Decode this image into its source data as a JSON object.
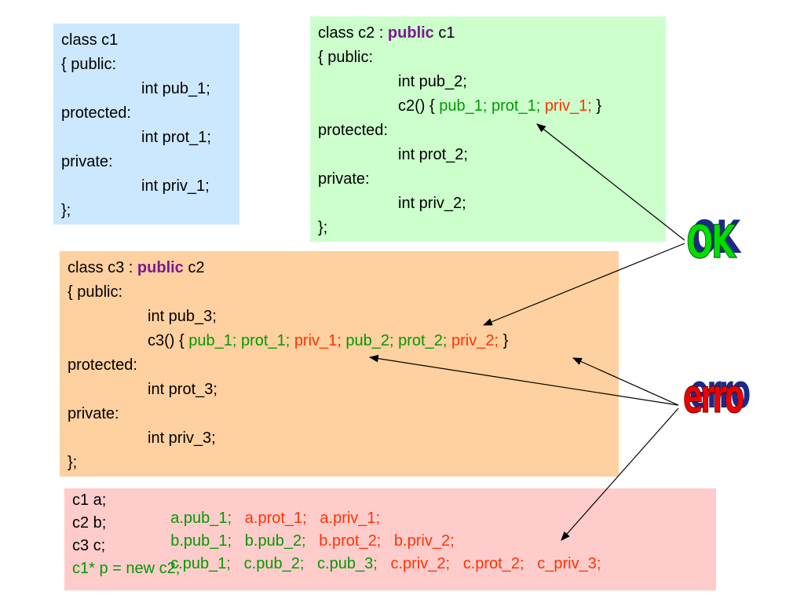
{
  "c1": {
    "lines": [
      "class c1",
      "{ public:",
      "int pub_1;",
      "protected:",
      "int prot_1;",
      "private:",
      "int priv_1;",
      "};"
    ]
  },
  "c2": {
    "head_a": "class c2 : ",
    "head_kw": "public",
    "head_b": " c1",
    "lines": [
      "{ public:",
      "int pub_2;",
      "protected:",
      "int prot_2;",
      "private:",
      "int priv_2;",
      "};"
    ],
    "ctor": {
      "open": "c2() { ",
      "pub_1": "pub_1;",
      "prot_1": "prot_1;",
      "priv_1": "priv_1;",
      "close": "}"
    }
  },
  "c3": {
    "head_a": "class c3 : ",
    "head_kw": "public",
    "head_b": " c2",
    "lines": [
      "{ public:",
      "int pub_3;",
      "protected:",
      "int prot_3;",
      "private:",
      "int priv_3;",
      "};"
    ],
    "ctor": {
      "open": "c3() { ",
      "pub_1": "pub_1;",
      "prot_1": "prot_1;",
      "priv_1": "priv_1;",
      "pub_2": "pub_2;",
      "prot_2": "prot_2;",
      "priv_2": "priv_2;",
      "close": "}"
    }
  },
  "main": {
    "row1": {
      "decl": "c1 a;",
      "items": [
        [
          "a.pub_1;",
          "ok"
        ],
        [
          "a.prot_1;",
          "err"
        ],
        [
          "a.priv_1;",
          "err"
        ]
      ]
    },
    "row2": {
      "decl": "c2 b;",
      "items": [
        [
          "b.pub_1;",
          "ok"
        ],
        [
          "b.pub_2;",
          "ok"
        ],
        [
          "b.prot_2;",
          "err"
        ],
        [
          "b.priv_2;",
          "err"
        ]
      ]
    },
    "row3": {
      "decl": "c3 c;",
      "items": [
        [
          "c.pub_1;",
          "ok"
        ],
        [
          "c.pub_2;",
          "ok"
        ],
        [
          "c.pub_3;",
          "ok"
        ],
        [
          "c.priv_2;",
          "err"
        ],
        [
          "c.prot_2;",
          "err"
        ],
        [
          "c_priv_3;",
          "err"
        ]
      ]
    },
    "row4": "c1* p = new c2;"
  },
  "stamps": {
    "ok": "OK",
    "erro": "erro"
  },
  "colors": {
    "ok": "#009900",
    "error": "#ff3300",
    "keyword": "#7a1a8f"
  }
}
